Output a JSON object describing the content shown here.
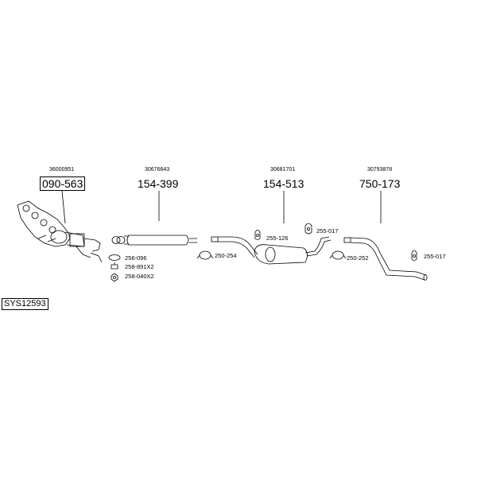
{
  "system_code": "SYS12593",
  "parts": [
    {
      "oe": "36000951",
      "number": "090-563",
      "highlighted": true
    },
    {
      "oe": "30676643",
      "number": "154-399",
      "highlighted": false
    },
    {
      "oe": "30681701",
      "number": "154-513",
      "highlighted": false
    },
    {
      "oe": "30793878",
      "number": "750-173",
      "highlighted": false
    }
  ],
  "fittings": [
    {
      "code": "256-096",
      "icon": "gasket-icon"
    },
    {
      "code": "258-891X2",
      "icon": "bolt-icon"
    },
    {
      "code": "258-040X2",
      "icon": "nut-icon"
    },
    {
      "code": "250-254",
      "icon": "clamp-icon"
    },
    {
      "code": "255-126",
      "icon": "rubber-mount-icon"
    },
    {
      "code": "255-017",
      "icon": "rubber-mount-icon"
    },
    {
      "code": "250-252",
      "icon": "clamp-icon"
    },
    {
      "code": "255-017",
      "icon": "rubber-mount-icon"
    }
  ]
}
